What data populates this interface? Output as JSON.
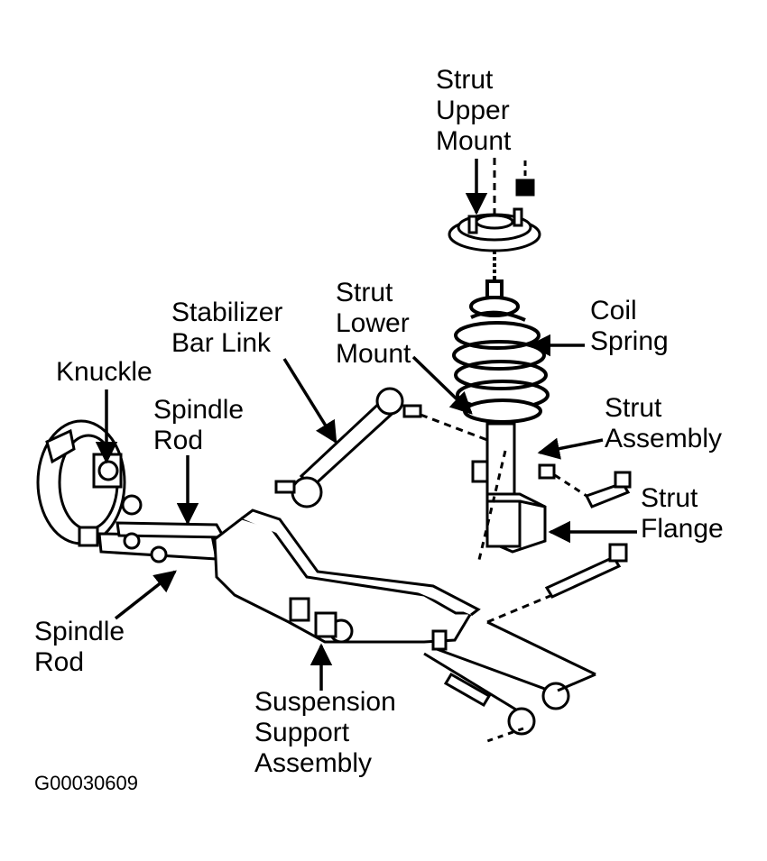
{
  "colors": {
    "ink": "#000000",
    "background": "#ffffff"
  },
  "labels": {
    "strut_upper_mount": [
      "Strut",
      "Upper",
      "Mount"
    ],
    "strut_lower_mount": [
      "Strut",
      "Lower",
      "Mount"
    ],
    "stabilizer_bar_link": [
      "Stabilizer",
      "Bar Link"
    ],
    "coil_spring": [
      "Coil",
      "Spring"
    ],
    "knuckle": [
      "Knuckle"
    ],
    "spindle_rod_top": [
      "Spindle",
      "Rod"
    ],
    "strut_assembly": [
      "Strut",
      "Assembly"
    ],
    "strut_flange": [
      "Strut",
      "Flange"
    ],
    "spindle_rod_bottom": [
      "Spindle",
      "Rod"
    ],
    "suspension_support_assembly": [
      "Suspension",
      "Support",
      "Assembly"
    ]
  },
  "figure_code": "G00030609"
}
